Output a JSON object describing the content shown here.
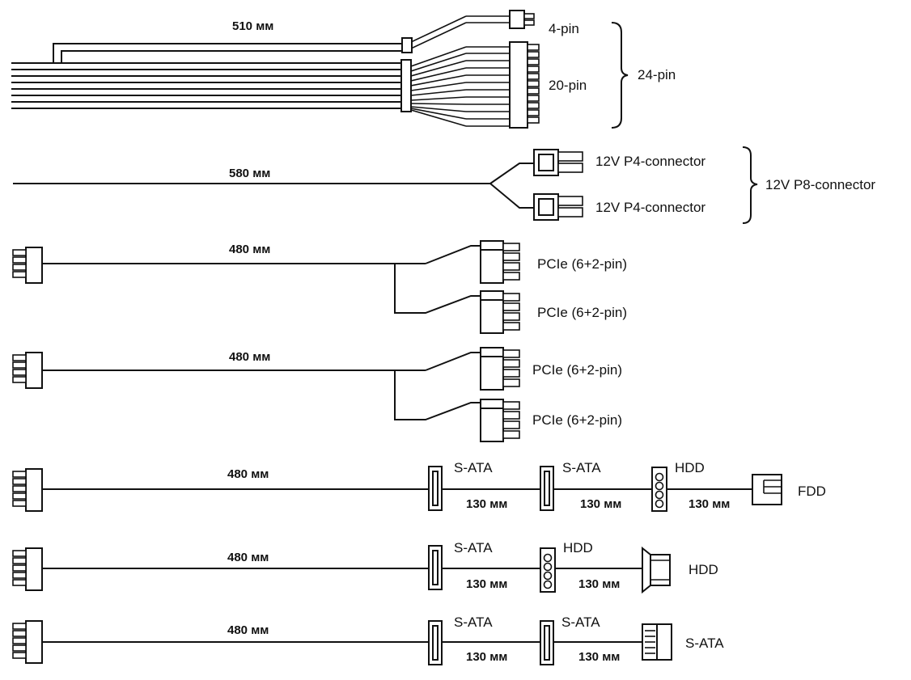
{
  "cables": {
    "atx": {
      "length": "510 мм",
      "connector_4pin": "4-pin",
      "connector_20pin": "20-pin",
      "group_label": "24-pin"
    },
    "cpu": {
      "length": "580 мм",
      "connector_a": "12V P4-connector",
      "connector_b": "12V P4-connector",
      "group_label": "12V P8-connector"
    },
    "pcie_1": {
      "length": "480 мм",
      "connector_a": "PCIe (6+2-pin)",
      "connector_b": "PCIe (6+2-pin)"
    },
    "pcie_2": {
      "length": "480 мм",
      "connector_a": "PCIe (6+2-pin)",
      "connector_b": "PCIe (6+2-pin)"
    },
    "periph_1": {
      "length": "480 мм",
      "conn_1": "S-ATA",
      "conn_2": "S-ATA",
      "conn_3": "HDD",
      "end_conn": "FDD",
      "seg_1": "130 мм",
      "seg_2": "130 мм",
      "seg_3": "130 мм"
    },
    "periph_2": {
      "length": "480 мм",
      "conn_1": "S-ATA",
      "conn_2": "HDD",
      "end_conn": "HDD",
      "seg_1": "130 мм",
      "seg_2": "130 мм"
    },
    "periph_3": {
      "length": "480 мм",
      "conn_1": "S-ATA",
      "conn_2": "S-ATA",
      "end_conn": "S-ATA",
      "seg_1": "130 мм",
      "seg_2": "130 мм"
    }
  }
}
